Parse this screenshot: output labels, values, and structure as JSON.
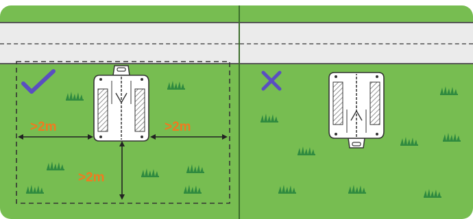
{
  "labels": {
    "left_distance": ">2m",
    "right_distance": ">2m",
    "bottom_distance": ">2m"
  },
  "marks": {
    "correct": "check-icon",
    "incorrect": "cross-icon"
  },
  "colors": {
    "lawn": "#77bd51",
    "road": "#ebebeb",
    "label": "#f07a1f",
    "mark": "#5a4ec1",
    "grass_tuft": "#2f8a3f"
  }
}
